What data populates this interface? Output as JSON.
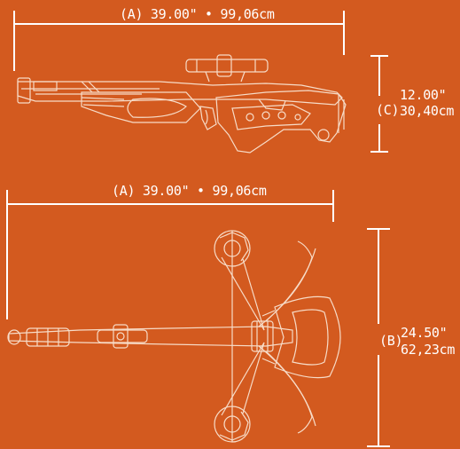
{
  "colors": {
    "background": "#d35a1f",
    "line": "#ffffff",
    "drawing": "#f7dcc8"
  },
  "dimensions": {
    "length_top": "(A) 39.00\" • 99,06cm",
    "length_bottom": "(A) 39.00\" • 99,06cm",
    "height": {
      "letter": "(C)",
      "inches": "12.00\"",
      "cm": "30,40cm"
    },
    "width": {
      "letter": "(B)",
      "inches": "24.50\"",
      "cm": "62,23cm"
    }
  },
  "drawings": {
    "side_view_icon": "crossbow-side-view",
    "top_view_icon": "crossbow-top-view"
  }
}
